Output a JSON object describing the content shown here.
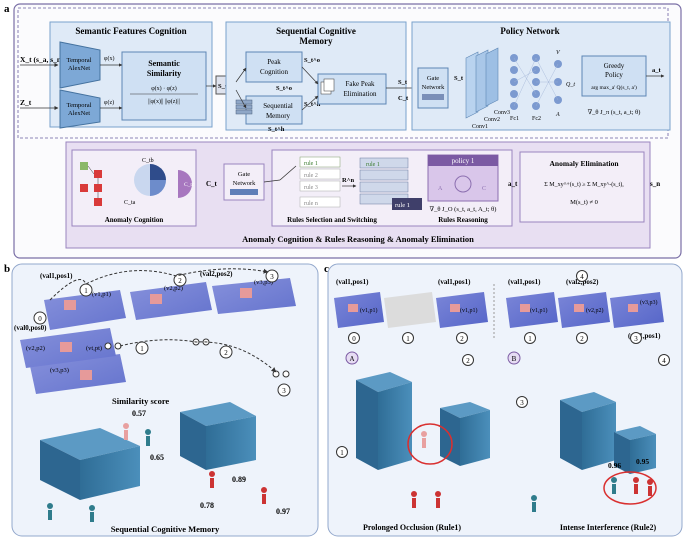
{
  "panels": {
    "a": "a",
    "b": "b",
    "c": "c"
  },
  "panel_a": {
    "semantic_title": "Semantic Features Cognition",
    "input_x": "X_t (s_a, s_n)",
    "input_z": "Z_t",
    "alexnet_1": "Temporal",
    "alexnet_2": "AlexNet",
    "phi_x": "φ(x)",
    "phi_z": "φ(z)",
    "similarity_1": "Semantic",
    "similarity_2": "Similarity",
    "sim_num": "φ(x) · φ(z)",
    "sim_den": "||φ(x)|| ||φ(z)||",
    "s_raw": "S_t^raw",
    "seq_title_1": "Sequential Cognitive",
    "seq_title_2": "Memory",
    "peak_1": "Peak",
    "peak_2": "Cognition",
    "seqmem_1": "Sequential",
    "seqmem_2": "Memory",
    "s_o": "S_t^o",
    "s_h": "S_t^h",
    "fake_1": "Fake Peak",
    "fake_2": "Elimination",
    "s_t": "S_t",
    "c_t": "C_t",
    "policy_title": "Policy Network",
    "gate_1": "Gate",
    "gate_2": "Network",
    "conv1": "Conv1",
    "conv2": "Conv2",
    "conv3": "Conv3",
    "fc1": "Fc1",
    "fc2": "Fc2",
    "v": "V",
    "a": "A",
    "q_t": "Q_t",
    "greedy_1": "Greedy",
    "greedy_2": "Policy",
    "argmax": "arg max_a' Q(s_t, a')",
    "grad": "∇_θ J_π (s_t, a_t; θ)",
    "a_t": "a_t",
    "c_tb": "C_tb",
    "c_ta": "C_ta",
    "c_tc": "C_tc",
    "anomaly_cog": "Anomaly Cognition",
    "rules": [
      "rule 1",
      "rule 2",
      "rule 3",
      "rule n"
    ],
    "r_n": "R^n",
    "rules_sel": "Rules Selection and Switching",
    "policy1": "policy 1",
    "node_a": "A",
    "node_c": "C",
    "grad_o": "∇_θ J_O (s_t, a_t, A_t; θ)",
    "rules_reason": "Rules Reasoning",
    "anomaly_elim": "Anomaly Elimination",
    "elim_f1": "Σ M_xy^+(s_t) ≥ Σ M_xy^-(s_t),",
    "elim_f2": "M(s_t) ≠ 0",
    "s_n": "s_n",
    "caption": "Anomaly Cognition & Rules Reasoning & Anomaly Elimination"
  },
  "panel_b": {
    "val1pos1": "(val1,pos1)",
    "val2pos2": "(val2,pos2)",
    "val0pos0": "(val0,pos0)",
    "v1p1": "(v1,p1)",
    "v2p2": "(v2,p2)",
    "v3p3": "(v3,p3)",
    "vtpt": "(vt,pt)",
    "steps": [
      "0",
      "1",
      "2",
      "3"
    ],
    "similarity_title": "Similarity score",
    "scores": [
      "0.57",
      "0.65",
      "0.89",
      "0.78",
      "0.97"
    ],
    "caption": "Sequential Cognitive Memory"
  },
  "panel_c": {
    "val1pos1": "(val1,pos1)",
    "val2pos2": "(val2,pos2)",
    "v1p1": "(v1,p1)",
    "v2p2": "(v2,p2)",
    "v3p3": "(v3,p3)",
    "steps": [
      "0",
      "1",
      "2",
      "3",
      "4"
    ],
    "scenario_a": "A",
    "scenario_b": "B",
    "scores": [
      "0.96",
      "0.95"
    ],
    "rule1_caption": "Prolonged Occlusion (Rule1)",
    "rule2_caption": "Intense Interference (Rule2)"
  }
}
